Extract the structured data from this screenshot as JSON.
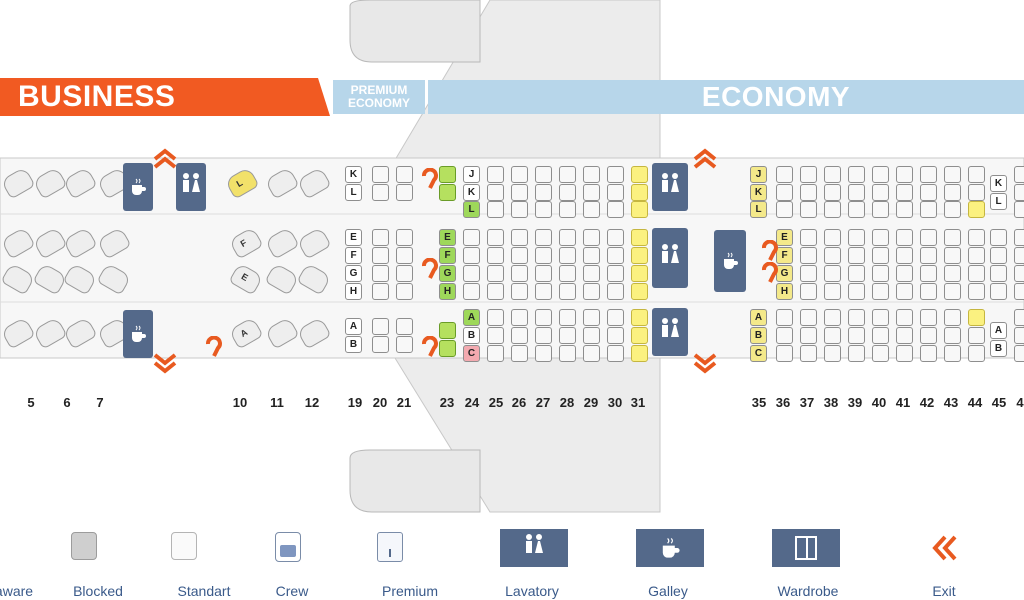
{
  "cabin_bands": {
    "business": "BUSINESS",
    "premium_line1": "PREMIUM",
    "premium_line2": "ECONOMY",
    "economy": "ECONOMY"
  },
  "row_numbers": [
    "5",
    "6",
    "7",
    "10",
    "11",
    "12",
    "19",
    "20",
    "21",
    "23",
    "24",
    "25",
    "26",
    "27",
    "28",
    "29",
    "30",
    "31",
    "35",
    "36",
    "37",
    "38",
    "39",
    "40",
    "41",
    "42",
    "43",
    "44",
    "45",
    "4"
  ],
  "seat_labels": {
    "premium_top": [
      "K",
      "L"
    ],
    "premium_mid": [
      "E",
      "F",
      "G",
      "H"
    ],
    "premium_bot": [
      "A",
      "B"
    ],
    "r24_top": [
      "J",
      "K",
      "L"
    ],
    "r24_mid": [
      "E",
      "F",
      "G",
      "H"
    ],
    "r24_bot": [
      "A",
      "B",
      "C"
    ],
    "r35_top": [
      "J",
      "K",
      "L"
    ],
    "r36_mid": [
      "E",
      "F",
      "G",
      "H"
    ],
    "r35_bot": [
      "A",
      "B",
      "C"
    ],
    "r45_top": [
      "K",
      "L"
    ],
    "r45_bot": [
      "A",
      "B"
    ],
    "biz_left_top": "L",
    "biz_mid_upper": "F",
    "biz_mid_lower": "E",
    "biz_left_bot": "A"
  },
  "legend": [
    {
      "label": "aware",
      "icon": "aware-icon"
    },
    {
      "label": "Blocked",
      "icon": "blocked-seat-icon"
    },
    {
      "label": "Standart",
      "icon": "standard-seat-icon"
    },
    {
      "label": "Crew",
      "icon": "crew-seat-icon"
    },
    {
      "label": "Premium",
      "icon": "premium-seat-icon"
    },
    {
      "label": "Lavatory",
      "icon": "lavatory-icon"
    },
    {
      "label": "Galley",
      "icon": "galley-icon"
    },
    {
      "label": "Wardrobe",
      "icon": "wardrobe-icon"
    },
    {
      "label": "Exit",
      "icon": "exit-icon"
    }
  ],
  "colors": {
    "business": "#f15a22",
    "economy": "#b7d6ea",
    "facility": "#54698a",
    "exit": "#e85a20",
    "available_seat": "#b5e05f",
    "premium_seat": "#fbf180",
    "blocked_seat": "#cfcfcf"
  }
}
